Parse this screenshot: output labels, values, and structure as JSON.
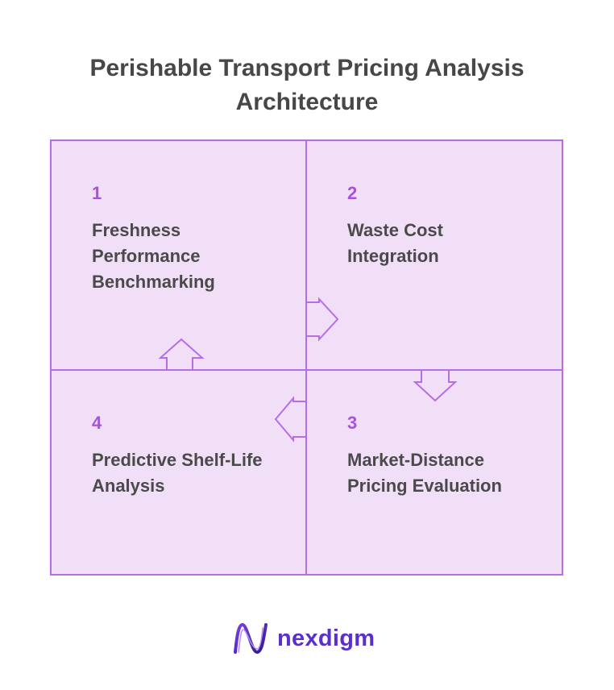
{
  "title": "Perishable Transport Pricing Analysis Architecture",
  "quadrants": [
    {
      "number": "1",
      "label": "Freshness Performance Benchmarking"
    },
    {
      "number": "2",
      "label": "Waste Cost Integration"
    },
    {
      "number": "3",
      "label": "Market-Distance Pricing Evaluation"
    },
    {
      "number": "4",
      "label": "Predictive Shelf-Life Analysis"
    }
  ],
  "colors": {
    "fill": "#f1dff8",
    "stroke": "#b66ee6",
    "number": "#a651df",
    "text": "#4a4a4a",
    "title": "#474747",
    "brand": "#5b2fc9"
  },
  "logo": {
    "text": "nexdigm",
    "icon": "nexdigm-logo-icon"
  }
}
